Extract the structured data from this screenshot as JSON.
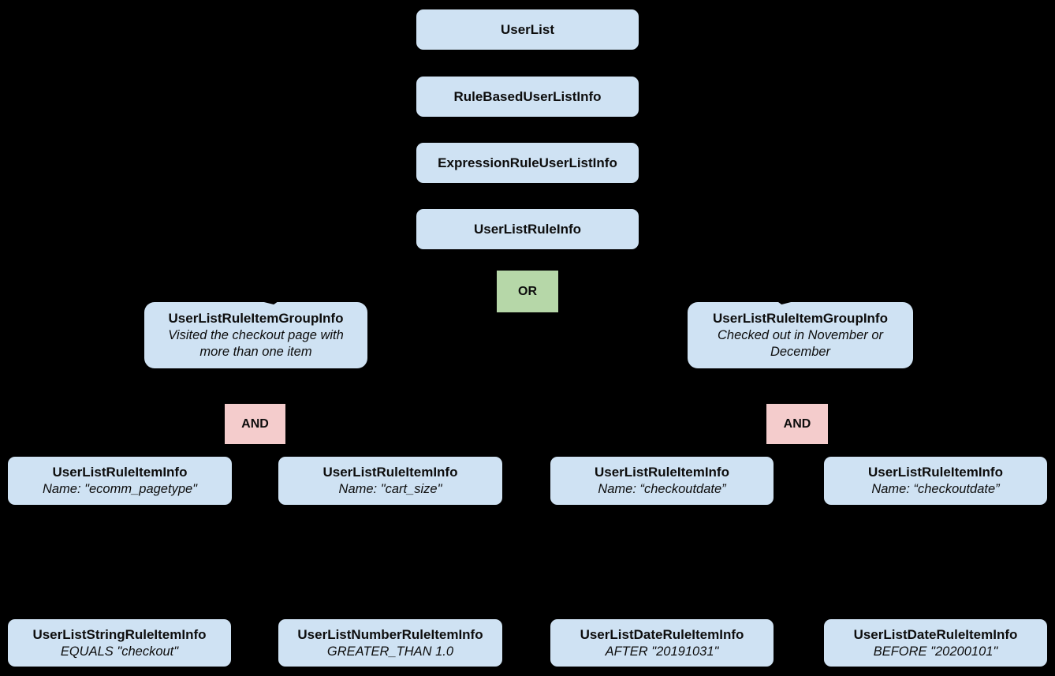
{
  "colors": {
    "background": "#000000",
    "node_fill": "#cfe2f3",
    "or_fill": "#b6d7a8",
    "and_fill": "#f4cccc",
    "text": "#0d0d0d"
  },
  "diagram": {
    "chain": [
      {
        "label": "UserList"
      },
      {
        "label": "RuleBasedUserListInfo"
      },
      {
        "label": "ExpressionRuleUserListInfo"
      },
      {
        "label": "UserListRuleInfo"
      }
    ],
    "or_label": "OR",
    "groups": [
      {
        "title": "UserListRuleItemGroupInfo",
        "subtitle": "Visited the checkout page with more than one item",
        "and_label": "AND"
      },
      {
        "title": "UserListRuleItemGroupInfo",
        "subtitle": "Checked out in November or December",
        "and_label": "AND"
      }
    ],
    "rule_items": [
      {
        "title": "UserListRuleItemInfo",
        "subtitle": "Name: \"ecomm_pagetype\""
      },
      {
        "title": "UserListRuleItemInfo",
        "subtitle": "Name: \"cart_size\""
      },
      {
        "title": "UserListRuleItemInfo",
        "subtitle": "Name: “checkoutdate”"
      },
      {
        "title": "UserListRuleItemInfo",
        "subtitle": "Name: “checkoutdate”"
      }
    ],
    "leaf_items": [
      {
        "title": "UserListStringRuleItemInfo",
        "subtitle": "EQUALS \"checkout\""
      },
      {
        "title": "UserListNumberRuleItemInfo",
        "subtitle": "GREATER_THAN 1.0"
      },
      {
        "title": "UserListDateRuleItemInfo",
        "subtitle": "AFTER \"20191031\""
      },
      {
        "title": "UserListDateRuleItemInfo",
        "subtitle": "BEFORE \"20200101\""
      }
    ]
  }
}
